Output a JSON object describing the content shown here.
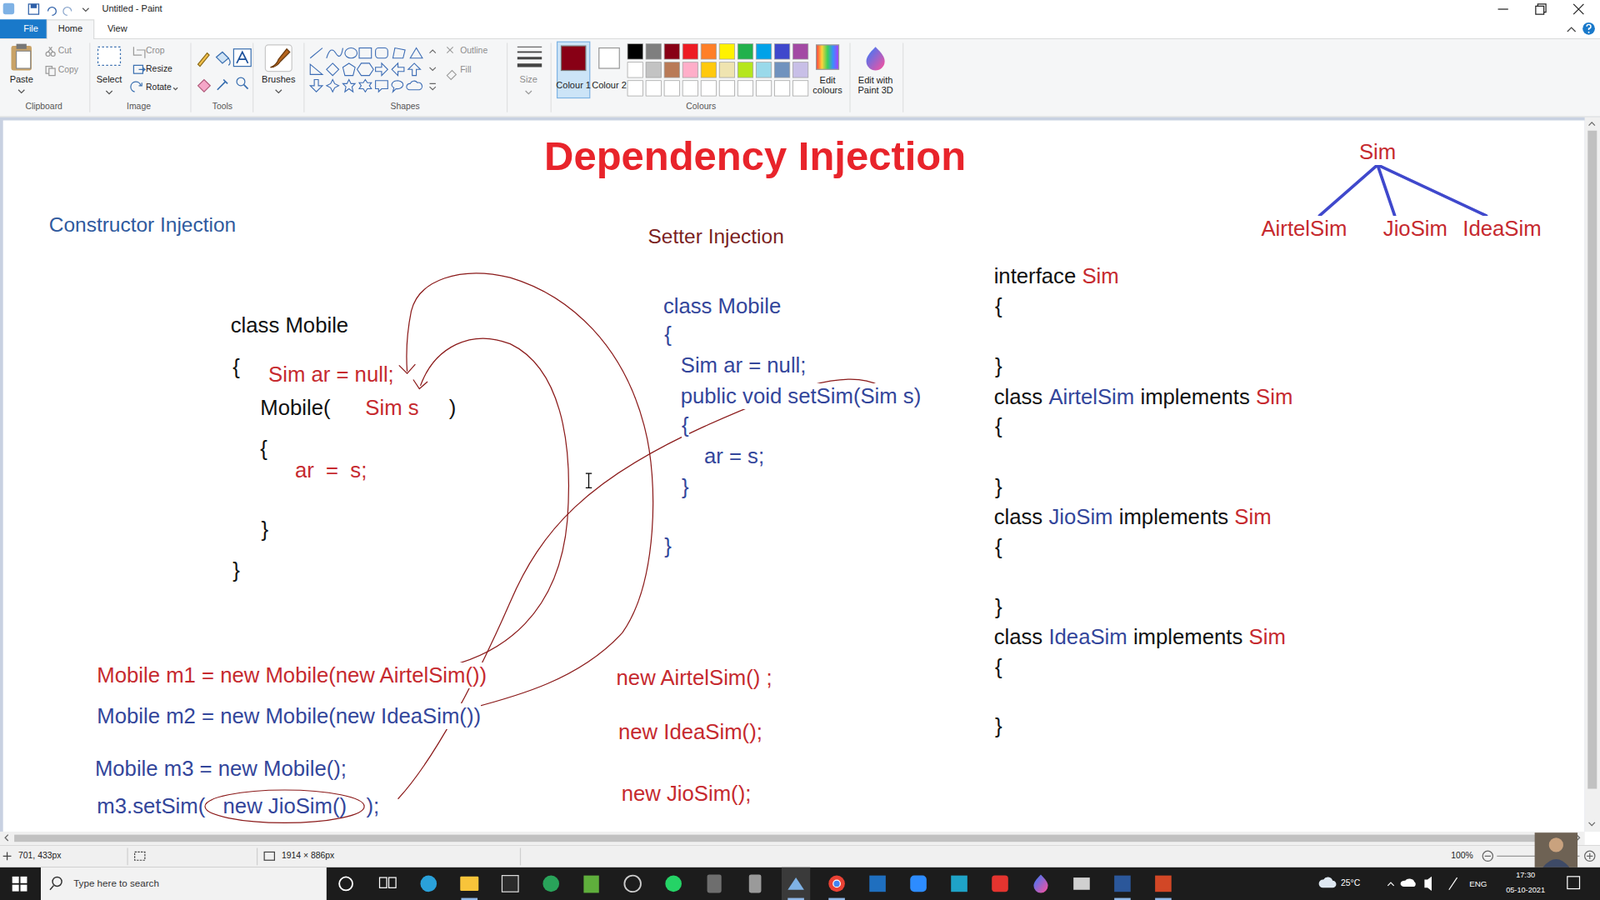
{
  "diagram": {
    "title": "Dependency Injection",
    "nodes": [
      {
        "text": [
          "Sim"
        ]
      },
      {
        "text": [
          "AirtelSim"
        ]
      },
      {
        "text": [
          "JioSim"
        ]
      },
      {
        "text": [
          "IdeaSim"
        ]
      },
      {
        "text": [
          "new JioSim()"
        ]
      }
    ],
    "edges": [
      {
        "from": 0,
        "to": 1,
        "arrow": "none"
      },
      {
        "from": 0,
        "to": 2,
        "arrow": "none"
      },
      {
        "from": 0,
        "to": 3,
        "arrow": "none"
      }
    ],
    "labels": [
      "Untitled - Paint",
      "File",
      "Home",
      "View",
      "Cut",
      "Copy",
      "Paste",
      "Clipboard",
      "Crop",
      "Resize",
      "Rotate",
      "Select",
      "Image",
      "Tools",
      "Brushes",
      "Shapes",
      "Outline",
      "Fill",
      "Size",
      "Colour 1",
      "Colour 2",
      "Colours",
      "Edit colours",
      "Edit with Paint 3D",
      "701, 433px",
      "1914 × 886px",
      "100%",
      "Type here to search",
      "25°C",
      "ENG",
      "17:30",
      "05-10-2021",
      "Constructor Injection",
      "Setter Injection",
      "class Mobile",
      "{",
      "Sim ar = null;",
      "Mobile(",
      "Sim s",
      ")",
      "{",
      "ar  =  s;",
      "}",
      "}",
      "class Mobile",
      "{",
      "Sim ar = null;",
      "public void setSim(Sim s)",
      "{",
      "ar = s;",
      "}",
      "}",
      "interface",
      "Sim",
      "{",
      "}",
      "class",
      "AirtelSim",
      "implements",
      "Sim",
      "{",
      "}",
      "class",
      "JioSim",
      "implements",
      "Sim",
      "{",
      "}",
      "class",
      "IdeaSim",
      "implements",
      "Sim",
      "{",
      "}",
      "Mobile m1 = new Mobile(new AirtelSim())",
      "Mobile m2 = new Mobile(new IdeaSim())",
      "Mobile m3 = new Mobile();",
      "m3.setSim(",
      ");",
      "new AirtelSim() ;",
      "new IdeaSim();",
      "new JioSim();"
    ]
  }
}
